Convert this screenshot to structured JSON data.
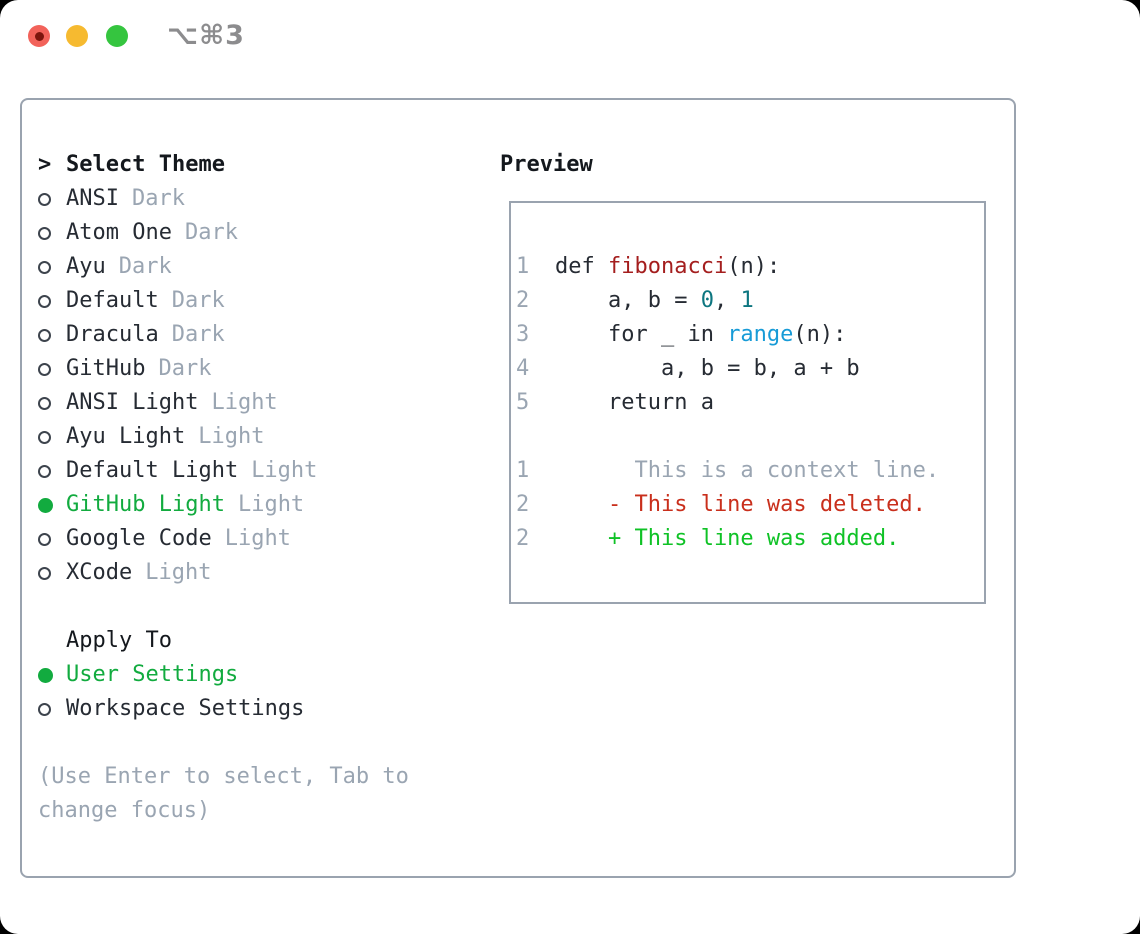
{
  "window": {
    "title": "⌥⌘3"
  },
  "palette": {
    "text": "#262b33",
    "heading": "#14181d",
    "muted": "#9aa5b2",
    "selected_green": "#12ab3f",
    "added_green": "#0fc226",
    "deleted_red": "#c92f1c",
    "function_red": "#a41e1e",
    "number_teal": "#0d7680",
    "builtin_blue": "#179bd7",
    "border_gray": "#9aa3af",
    "traffic_red": "#f2625a",
    "traffic_red_dot": "#7c150d",
    "traffic_yellow": "#f6ba30",
    "traffic_green": "#35c53f"
  },
  "theme_panel": {
    "prompt": ">",
    "header": "Select Theme",
    "themes": [
      {
        "name": "ANSI",
        "variant": "Dark",
        "selected": false
      },
      {
        "name": "Atom One",
        "variant": "Dark",
        "selected": false
      },
      {
        "name": "Ayu",
        "variant": "Dark",
        "selected": false
      },
      {
        "name": "Default",
        "variant": "Dark",
        "selected": false
      },
      {
        "name": "Dracula",
        "variant": "Dark",
        "selected": false
      },
      {
        "name": "GitHub",
        "variant": "Dark",
        "selected": false
      },
      {
        "name": "ANSI Light",
        "variant": "Light",
        "selected": false
      },
      {
        "name": "Ayu Light",
        "variant": "Light",
        "selected": false
      },
      {
        "name": "Default Light",
        "variant": "Light",
        "selected": false
      },
      {
        "name": "GitHub Light",
        "variant": "Light",
        "selected": true
      },
      {
        "name": "Google Code",
        "variant": "Light",
        "selected": false
      },
      {
        "name": "XCode",
        "variant": "Light",
        "selected": false
      }
    ]
  },
  "apply_panel": {
    "header": "Apply To",
    "options": [
      {
        "label": "User Settings",
        "selected": true
      },
      {
        "label": "Workspace Settings",
        "selected": false
      }
    ]
  },
  "help_lines": [
    "(Use Enter to select, Tab to",
    "change focus)"
  ],
  "preview": {
    "header": "Preview",
    "code_lines": [
      {
        "num": "1",
        "segments": [
          {
            "text": "def ",
            "style": "plain"
          },
          {
            "text": "fibonacci",
            "style": "func"
          },
          {
            "text": "(n):",
            "style": "plain"
          }
        ]
      },
      {
        "num": "2",
        "segments": [
          {
            "text": "    a, b = ",
            "style": "plain"
          },
          {
            "text": "0",
            "style": "number"
          },
          {
            "text": ", ",
            "style": "plain"
          },
          {
            "text": "1",
            "style": "number"
          }
        ]
      },
      {
        "num": "3",
        "segments": [
          {
            "text": "    for _ in ",
            "style": "plain"
          },
          {
            "text": "range",
            "style": "builtin"
          },
          {
            "text": "(n):",
            "style": "plain"
          }
        ]
      },
      {
        "num": "4",
        "segments": [
          {
            "text": "        a, b = b, a + b",
            "style": "plain"
          }
        ]
      },
      {
        "num": "5",
        "segments": [
          {
            "text": "    return a",
            "style": "plain"
          }
        ]
      }
    ],
    "diff_lines": [
      {
        "num": "1",
        "segments": [
          {
            "text": "      This is a context line.",
            "style": "context"
          }
        ]
      },
      {
        "num": "2",
        "segments": [
          {
            "text": "    - This line was deleted.",
            "style": "deleted"
          }
        ]
      },
      {
        "num": "2",
        "segments": [
          {
            "text": "    + This line was added.",
            "style": "added"
          }
        ]
      }
    ]
  }
}
